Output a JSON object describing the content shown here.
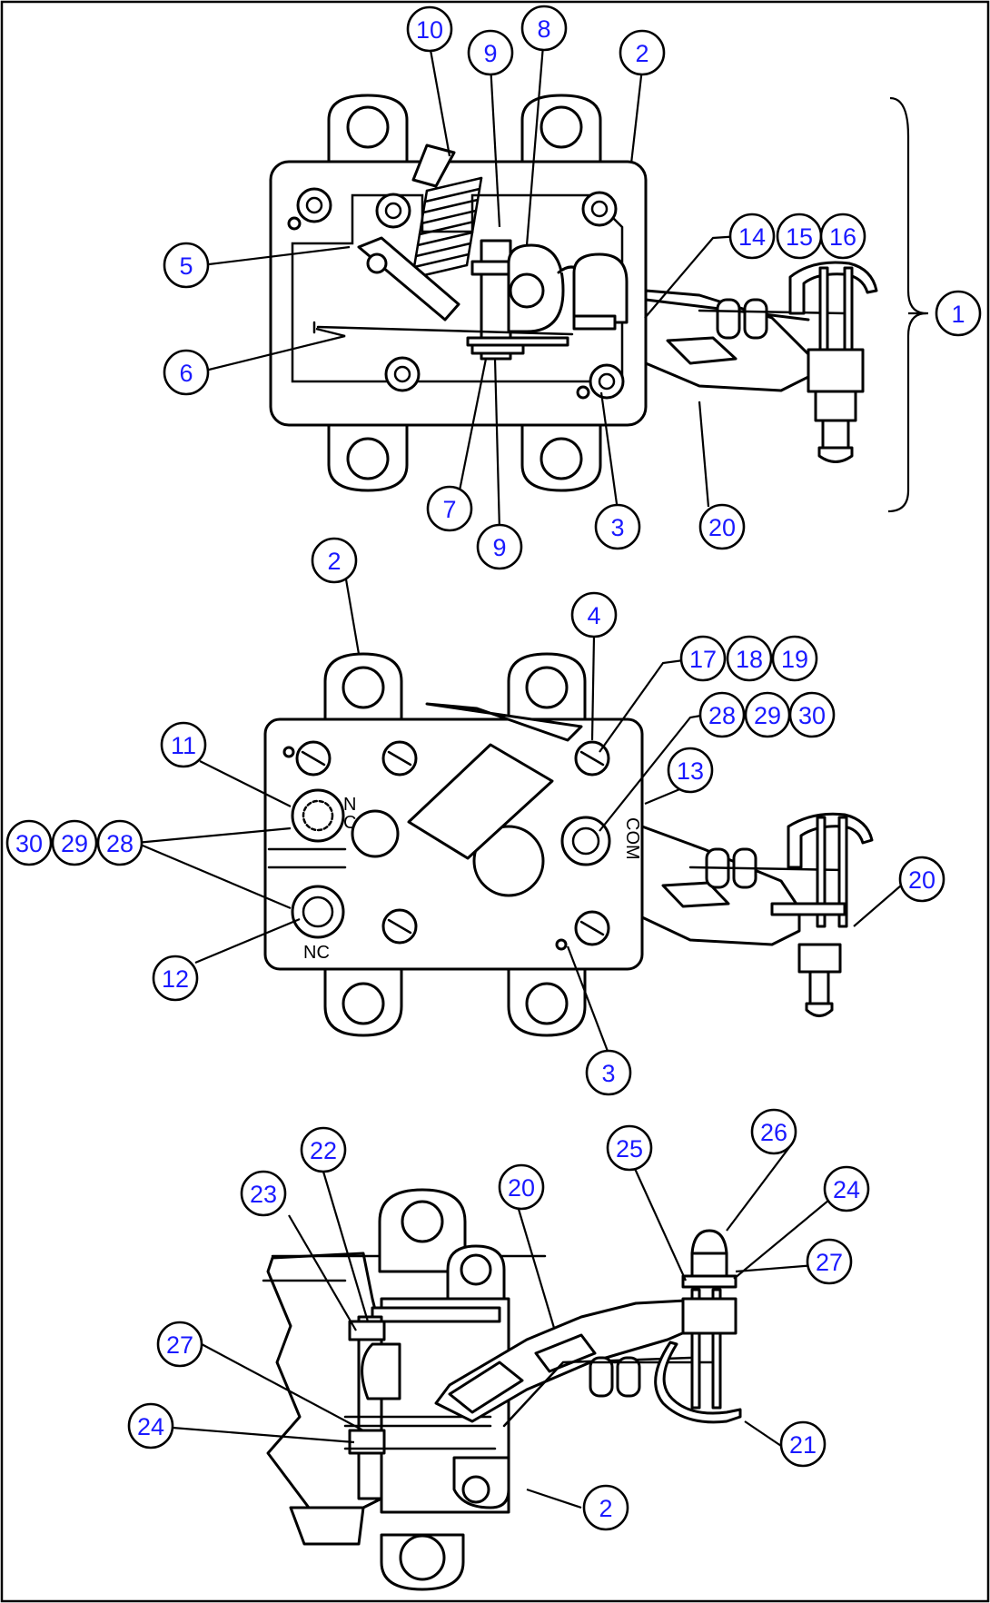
{
  "colors": {
    "callout_text": "#1a1aff",
    "line": "#000000",
    "background": "#ffffff"
  },
  "stamps": {
    "nc_a": "N",
    "nc_b": "C",
    "nc_bottom": "NC",
    "com": "COM"
  },
  "callouts": [
    {
      "id": "c-10",
      "label": "10"
    },
    {
      "id": "c-9a",
      "label": "9"
    },
    {
      "id": "c-8",
      "label": "8"
    },
    {
      "id": "c-2a",
      "label": "2"
    },
    {
      "id": "c-14",
      "label": "14"
    },
    {
      "id": "c-15",
      "label": "15"
    },
    {
      "id": "c-16",
      "label": "16"
    },
    {
      "id": "c-1",
      "label": "1"
    },
    {
      "id": "c-5",
      "label": "5"
    },
    {
      "id": "c-6",
      "label": "6"
    },
    {
      "id": "c-7",
      "label": "7"
    },
    {
      "id": "c-9b",
      "label": "9"
    },
    {
      "id": "c-3a",
      "label": "3"
    },
    {
      "id": "c-20a",
      "label": "20"
    },
    {
      "id": "c-2b",
      "label": "2"
    },
    {
      "id": "c-4",
      "label": "4"
    },
    {
      "id": "c-17",
      "label": "17"
    },
    {
      "id": "c-18",
      "label": "18"
    },
    {
      "id": "c-19",
      "label": "19"
    },
    {
      "id": "c-28a",
      "label": "28"
    },
    {
      "id": "c-29a",
      "label": "29"
    },
    {
      "id": "c-30a",
      "label": "30"
    },
    {
      "id": "c-11",
      "label": "11"
    },
    {
      "id": "c-13",
      "label": "13"
    },
    {
      "id": "c-30b",
      "label": "30"
    },
    {
      "id": "c-29b",
      "label": "29"
    },
    {
      "id": "c-28b",
      "label": "28"
    },
    {
      "id": "c-20b",
      "label": "20"
    },
    {
      "id": "c-12",
      "label": "12"
    },
    {
      "id": "c-3b",
      "label": "3"
    },
    {
      "id": "c-22",
      "label": "22"
    },
    {
      "id": "c-23",
      "label": "23"
    },
    {
      "id": "c-20c",
      "label": "20"
    },
    {
      "id": "c-25",
      "label": "25"
    },
    {
      "id": "c-26",
      "label": "26"
    },
    {
      "id": "c-24a",
      "label": "24"
    },
    {
      "id": "c-27a",
      "label": "27"
    },
    {
      "id": "c-27b",
      "label": "27"
    },
    {
      "id": "c-24b",
      "label": "24"
    },
    {
      "id": "c-21",
      "label": "21"
    },
    {
      "id": "c-2c",
      "label": "2"
    }
  ]
}
